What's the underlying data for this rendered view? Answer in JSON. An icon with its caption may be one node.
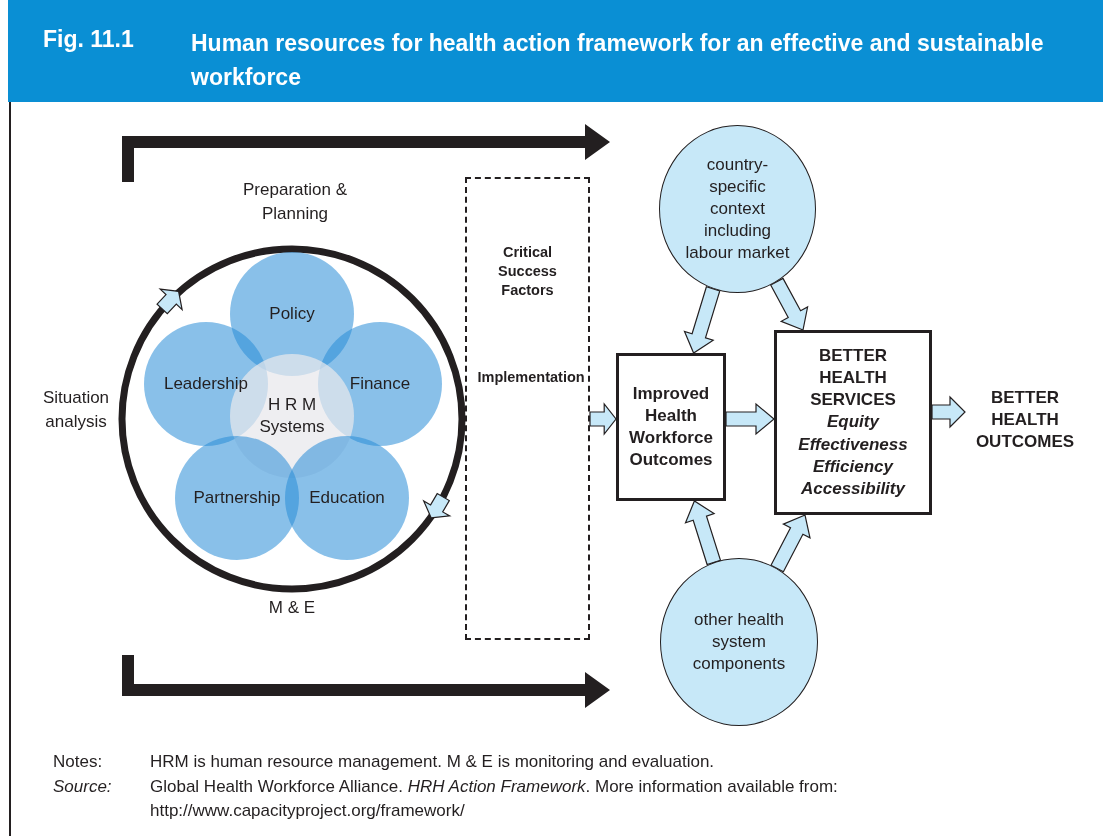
{
  "diagram": {
    "title": "Human resources for health action framework for an effective and sustainable workforce",
    "nodes": [
      {
        "text": [],
        "shape": "circle"
      },
      {
        "text": [
          "Policy"
        ],
        "in": 0
      },
      {
        "text": [
          "Leadership"
        ],
        "in": 0
      },
      {
        "text": [
          "Finance"
        ],
        "in": 0
      },
      {
        "text": [
          "H R M Systems"
        ],
        "in": 0
      },
      {
        "text": [
          "Partnership"
        ],
        "in": 0
      },
      {
        "text": [
          "Education"
        ],
        "in": 0
      },
      {
        "text": [
          "Critical Success Factors",
          "Implementation"
        ]
      },
      {
        "text": [
          "country- specific context including labour market"
        ]
      },
      {
        "text": [
          "Improved Health Workforce Outcomes"
        ]
      },
      {
        "text": [
          "BETTER HEALTH SERVICES",
          "Equity Effectiveness Efficiency Accessibility"
        ]
      },
      {
        "text": [
          "BETTER HEALTH OUTCOMES"
        ]
      },
      {
        "text": [
          "other health system components"
        ]
      }
    ],
    "edges": [
      {
        "from": 7,
        "to": 9,
        "arrow": "to"
      },
      {
        "from": 9,
        "to": 10,
        "arrow": "to"
      },
      {
        "from": 10,
        "to": 11,
        "arrow": "to"
      },
      {
        "from": 8,
        "to": 9,
        "arrow": "to"
      },
      {
        "from": 8,
        "to": 10,
        "arrow": "to"
      },
      {
        "from": 12,
        "to": 9,
        "arrow": "to"
      },
      {
        "from": 12,
        "to": 10,
        "arrow": "to"
      }
    ],
    "labels": [
      "Fig. 11.1",
      "Preparation & Planning",
      "Situation analysis",
      "M & E",
      "Notes:",
      "HRM is human resource management. M & E is monitoring and evaluation.",
      "Source:",
      "Global Health Workforce Alliance. *HRH Action Framework*. More information available from: http://www.capacityproject.org/framework/"
    ]
  }
}
